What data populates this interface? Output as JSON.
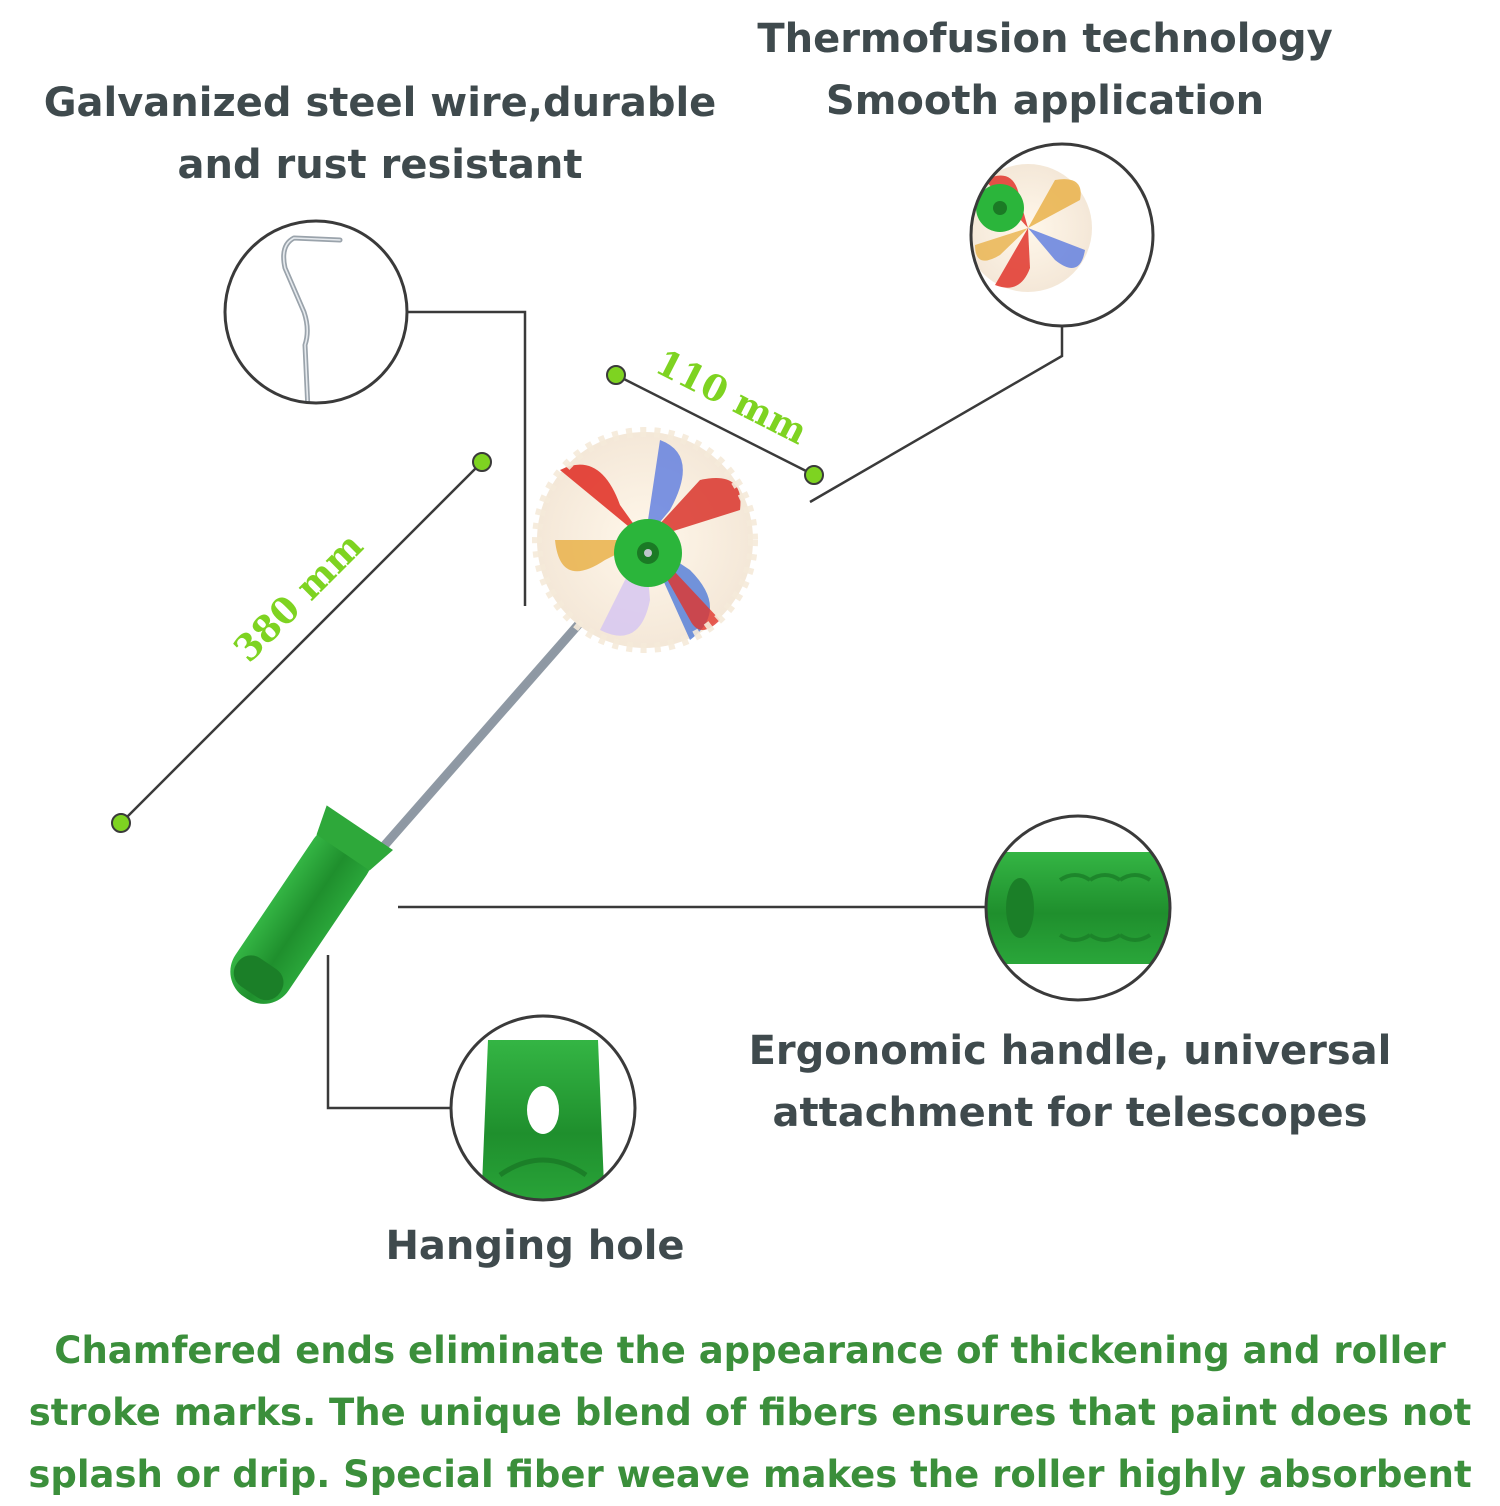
{
  "features": {
    "wire": {
      "line1": "Galvanized steel wire,durable",
      "line2": "and rust resistant"
    },
    "thermo": {
      "line1": "Thermofusion technology",
      "line2": "Smooth application"
    },
    "handle": {
      "line1": "Ergonomic handle, universal",
      "line2": "attachment for telescopes"
    },
    "hole": {
      "label": "Hanging hole"
    }
  },
  "dimensions": {
    "length": "380 mm",
    "width": "110 mm"
  },
  "description": {
    "line1": "Chamfered ends eliminate the appearance of thickening and roller",
    "line2": "stroke marks. The unique blend of fibers ensures that paint does not",
    "line3": "splash or drip. Special fiber weave makes the roller highly absorbent"
  },
  "colors": {
    "text_dark": "#3f4a4d",
    "text_green": "#3b8f3b",
    "dimension_green": "#7ed321",
    "handle_green": "#2ea83a",
    "callout_line": "#3a3a3a"
  },
  "icons": [
    "hook-wire-icon",
    "roller-cover-icon",
    "handle-grip-icon",
    "hanging-hole-icon",
    "paint-roller-icon"
  ]
}
